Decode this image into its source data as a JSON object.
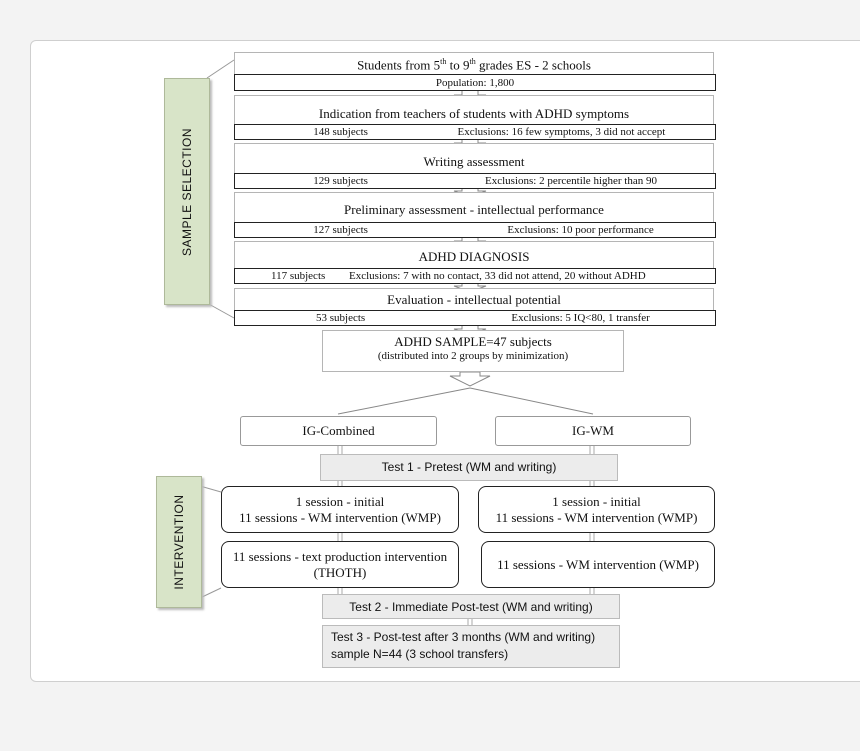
{
  "selection": {
    "label": "SAMPLE SELECTION",
    "stages": [
      {
        "title_pre": "Students from 5",
        "title_sup1": "th",
        "title_mid": " to 9",
        "title_sup2": "th",
        "title_post": " grades ES - 2 schools",
        "note": "Population: 1,800"
      },
      {
        "title": "Indication from teachers of students with ADHD symptoms",
        "left": "148 subjects",
        "right": "Exclusions: 16 few symptoms, 3 did not accept"
      },
      {
        "title": "Writing assessment",
        "left": "129 subjects",
        "right": "Exclusions: 2 percentile higher than 90"
      },
      {
        "title": "Preliminary assessment - intellectual performance",
        "left": "127 subjects",
        "right": "Exclusions: 10 poor performance"
      },
      {
        "title": "ADHD DIAGNOSIS",
        "left": "117 subjects",
        "right": "Exclusions: 7 with no contact, 33 did not attend, 20 without ADHD"
      },
      {
        "title": "Evaluation - intellectual potential",
        "left": "53 subjects",
        "right": "Exclusions: 5 IQ<80, 1 transfer"
      }
    ]
  },
  "sample": {
    "line1": "ADHD SAMPLE=47 subjects",
    "line2": "(distributed into 2 groups by minimization)"
  },
  "groups": {
    "left": "IG-Combined",
    "right": "IG-WM"
  },
  "test1": "Test 1 - Pretest (WM and writing)",
  "intervention": {
    "label": "INTERVENTION",
    "left_top": [
      "1 session - initial",
      "11 sessions - WM intervention (WMP)"
    ],
    "right_top": [
      "1 session - initial",
      "11 sessions - WM intervention (WMP)"
    ],
    "left_bottom": [
      "11 sessions -  text production intervention",
      "(THOTH)"
    ],
    "right_bottom": [
      "11 sessions - WM intervention (WMP)"
    ]
  },
  "test2": "Test 2 - Immediate Post-test (WM and writing)",
  "test3": [
    "Test 3 - Post-test after 3 months (WM and writing)",
    "sample N=44 (3 school transfers)"
  ]
}
